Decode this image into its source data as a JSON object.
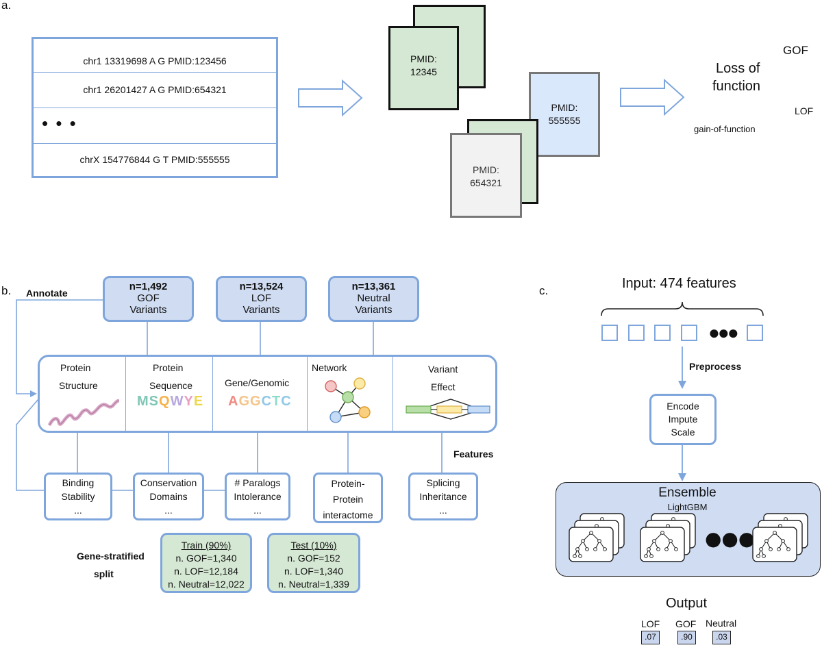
{
  "panel_a": {
    "label": "a.",
    "rows": [
      "chr1  13319698 A G PMID:123456",
      "chr1  26201427 A G PMID:654321",
      "chrX 154776844 G T PMID:555555"
    ],
    "ellipsis": "• • •",
    "docs": [
      {
        "line1": "PMID:",
        "line2": "12345"
      },
      {
        "line1": "PMID:",
        "line2": "555555"
      },
      {
        "line1": "PMID:",
        "line2": "654321"
      }
    ],
    "word_cloud": {
      "gof": "GOF",
      "loss1": "Loss of",
      "loss2": "function",
      "lof": "LOF",
      "gain": "gain-of-function"
    }
  },
  "panel_b": {
    "label": "b.",
    "annotate": "Annotate",
    "variants": [
      {
        "n": "n=1,492",
        "l1": "GOF",
        "l2": "Variants"
      },
      {
        "n": "n=13,524",
        "l1": "LOF",
        "l2": "Variants"
      },
      {
        "n": "n=13,361",
        "l1": "Neutral",
        "l2": "Variants"
      }
    ],
    "categories": [
      {
        "l1": "Protein",
        "l2": "Structure"
      },
      {
        "l1": "Protein",
        "l2": "Sequence"
      },
      {
        "l1": "Gene/Genomic",
        "l2": ""
      },
      {
        "l1": "Network",
        "l2": ""
      },
      {
        "l1": "Variant",
        "l2": "Effect"
      }
    ],
    "seq_letters": [
      {
        "ch": "M",
        "color": "#7fc6b6"
      },
      {
        "ch": "S",
        "color": "#7fc6b6"
      },
      {
        "ch": "Q",
        "color": "#f7b24a"
      },
      {
        "ch": "W",
        "color": "#b8a6e0"
      },
      {
        "ch": "Y",
        "color": "#e8a0c0"
      },
      {
        "ch": "E",
        "color": "#f0d84c"
      }
    ],
    "dna_letters": [
      {
        "ch": "A",
        "color": "#f08a82"
      },
      {
        "ch": "G",
        "color": "#f4c58a"
      },
      {
        "ch": "G",
        "color": "#f4c58a"
      },
      {
        "ch": "C",
        "color": "#8ec8e8"
      },
      {
        "ch": "T",
        "color": "#8edcc8"
      },
      {
        "ch": "C",
        "color": "#8ec8e8"
      }
    ],
    "features_label": "Features",
    "features": [
      [
        "Binding",
        "Stability",
        "..."
      ],
      [
        "Conservation",
        "Domains",
        "..."
      ],
      [
        "# Paralogs",
        "Intolerance",
        "..."
      ],
      [
        "Protein-",
        "Protein",
        "interactome"
      ],
      [
        "Splicing",
        "Inheritance",
        "..."
      ]
    ],
    "split1": "Gene-stratified",
    "split2": "split",
    "train": {
      "title": "Train (90%)",
      "gof": "n. GOF=1,340",
      "lof": "n. LOF=12,184",
      "neutral": "n. Neutral=12,022"
    },
    "test": {
      "title": "Test (10%)",
      "gof": "n. GOF=152",
      "lof": "n. LOF=1,340",
      "neutral": "n. Neutral=1,339"
    }
  },
  "panel_c": {
    "label": "c.",
    "input": "Input: 474 features",
    "preprocess": "Preprocess",
    "steps": [
      "Encode",
      "Impute",
      "Scale"
    ],
    "ensemble": "Ensemble",
    "lightgbm": "LightGBM",
    "output": "Output",
    "outputs": [
      {
        "label": "LOF",
        "value": ".07"
      },
      {
        "label": "GOF",
        "value": ".90"
      },
      {
        "label": "Neutral",
        "value": ".03"
      }
    ]
  }
}
